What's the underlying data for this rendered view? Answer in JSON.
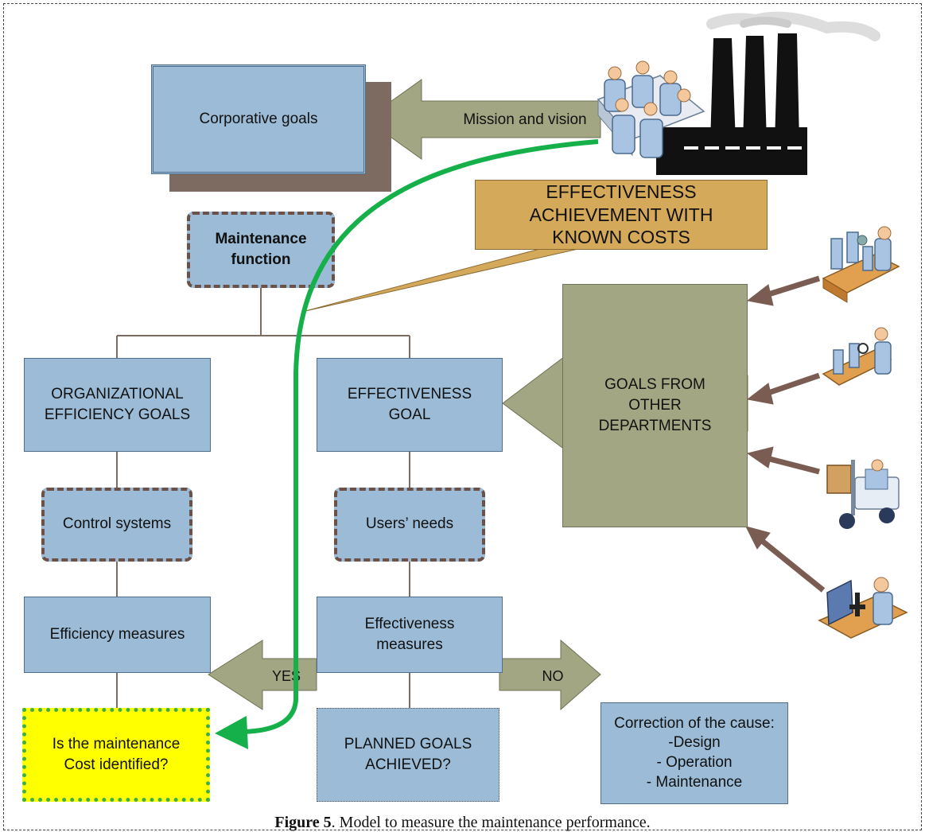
{
  "boxes": {
    "corporative_goals": "Corporative goals",
    "maintenance_function": "Maintenance function",
    "org_efficiency_goals": "ORGANIZATIONAL EFFICIENCY GOALS",
    "effectiveness_goal": "EFFECTIVENESS GOAL",
    "control_systems": "Control systems",
    "users_needs": "Users’ needs",
    "efficiency_measures": "Efficiency measures",
    "effectiveness_measures": "Effectiveness measures",
    "planned_goals": "PLANNED GOALS ACHIEVED?",
    "maintenance_cost": "Is the maintenance Cost identified?",
    "goals_other_departments": "GOALS FROM OTHER DEPARTMENTS",
    "callout": "EFFECTIVENESS ACHIEVEMENT WITH KNOWN COSTS"
  },
  "correction": {
    "title": "Correction of the cause:",
    "items": [
      "-Design",
      "- Operation",
      "- Maintenance"
    ]
  },
  "arrows": {
    "mission": "Mission and vision",
    "yes": "YES",
    "no": "NO"
  },
  "caption": {
    "figure": "Figure 5",
    "text": ". Model to measure the maintenance performance."
  },
  "colors": {
    "box_fill": "#9bbbd6",
    "arrow_fill": "#a2a682",
    "shadow": "#7d6a61",
    "callout": "#d4a95a",
    "green_arrow": "#15b04a",
    "highlight": "#ffff00",
    "brown_arrow": "#7a5c52"
  },
  "icons": [
    "board-meeting-icon",
    "factory-icon",
    "assembly-line-icon",
    "inspection-icon",
    "forklift-icon",
    "lab-scientist-icon"
  ]
}
